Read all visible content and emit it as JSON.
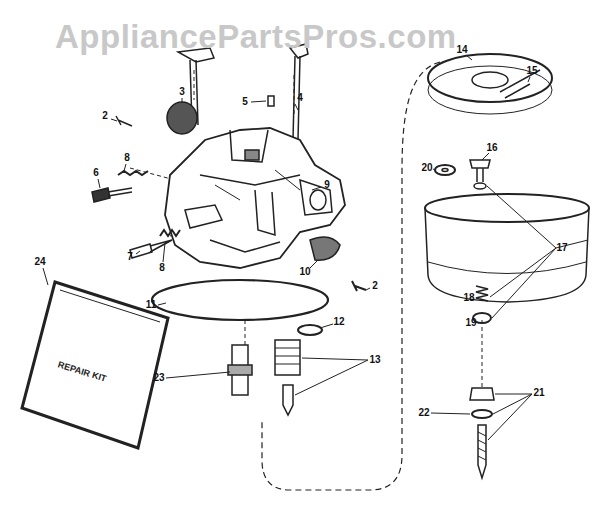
{
  "diagram": {
    "labels": [
      "AppliancePartsPros.com",
      "3",
      "2",
      "5",
      "4",
      "6",
      "8",
      "9",
      "7",
      "8",
      "10",
      "2",
      "11",
      "12",
      "13",
      "23",
      "24",
      "REPAIR KIT",
      "14",
      "15",
      "16",
      "20",
      "17",
      "18",
      "19",
      "22",
      "21"
    ]
  }
}
